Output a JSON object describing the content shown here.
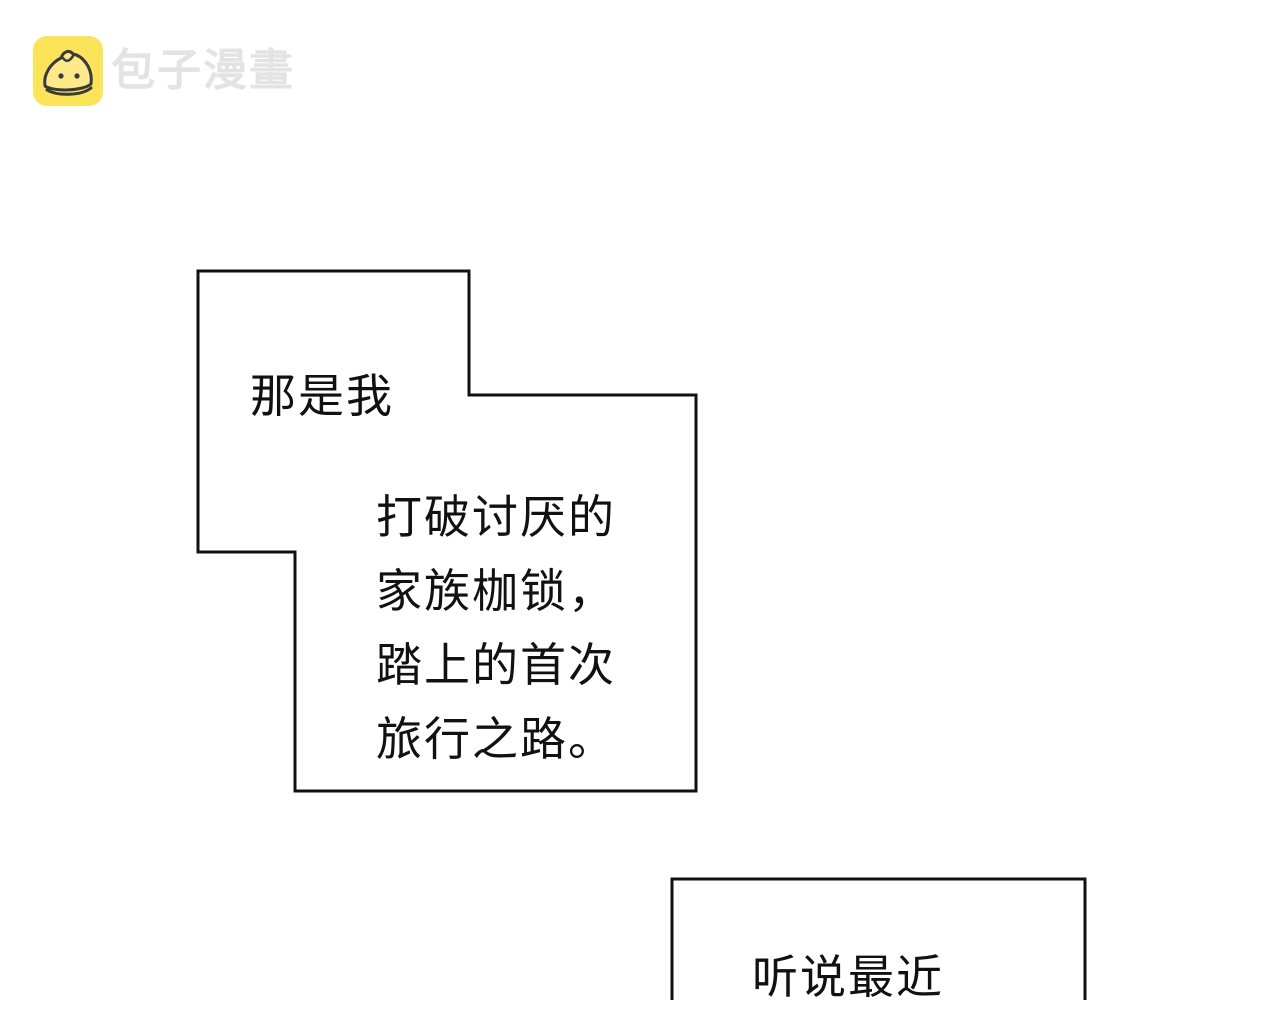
{
  "watermark": {
    "text": "包子漫畫",
    "icon": "bun-icon",
    "icon_color": "#fbe35a"
  },
  "panel_1": {
    "line_1": "那是我",
    "lines": [
      "打破讨厌的",
      "家族枷锁，",
      "踏上的首次",
      "旅行之路。"
    ]
  },
  "panel_2": {
    "line_1": "听说最近"
  }
}
